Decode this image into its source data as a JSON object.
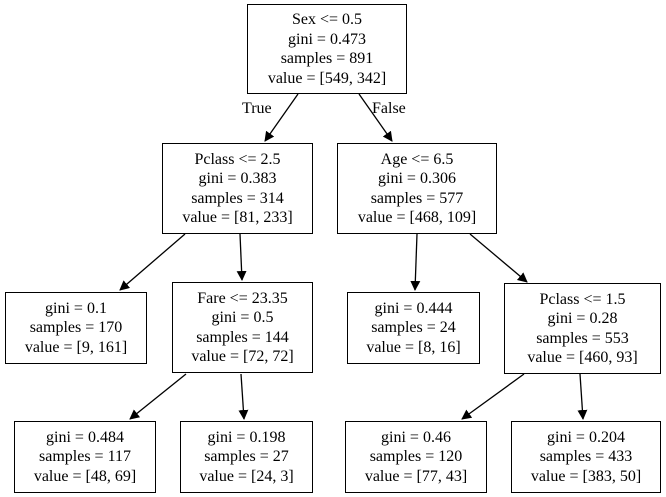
{
  "tree": {
    "edge_labels": {
      "true": "True",
      "false": "False"
    },
    "nodes": {
      "root": {
        "lines": [
          "Sex <= 0.5",
          "gini = 0.473",
          "samples = 891",
          "value = [549, 342]"
        ]
      },
      "pclass_l": {
        "lines": [
          "Pclass <= 2.5",
          "gini = 0.383",
          "samples = 314",
          "value = [81, 233]"
        ]
      },
      "age": {
        "lines": [
          "Age <= 6.5",
          "gini = 0.306",
          "samples = 577",
          "value = [468, 109]"
        ]
      },
      "leaf_01": {
        "lines": [
          "gini = 0.1",
          "samples = 170",
          "value = [9, 161]"
        ]
      },
      "fare": {
        "lines": [
          "Fare <= 23.35",
          "gini = 0.5",
          "samples = 144",
          "value = [72, 72]"
        ]
      },
      "leaf_0444": {
        "lines": [
          "gini = 0.444",
          "samples = 24",
          "value = [8, 16]"
        ]
      },
      "pclass_r": {
        "lines": [
          "Pclass <= 1.5",
          "gini = 0.28",
          "samples = 553",
          "value = [460, 93]"
        ]
      },
      "leaf_0484": {
        "lines": [
          "gini = 0.484",
          "samples = 117",
          "value = [48, 69]"
        ]
      },
      "leaf_0198": {
        "lines": [
          "gini = 0.198",
          "samples = 27",
          "value = [24, 3]"
        ]
      },
      "leaf_046": {
        "lines": [
          "gini = 0.46",
          "samples = 120",
          "value = [77, 43]"
        ]
      },
      "leaf_0204": {
        "lines": [
          "gini = 0.204",
          "samples = 433",
          "value = [383, 50]"
        ]
      }
    }
  }
}
